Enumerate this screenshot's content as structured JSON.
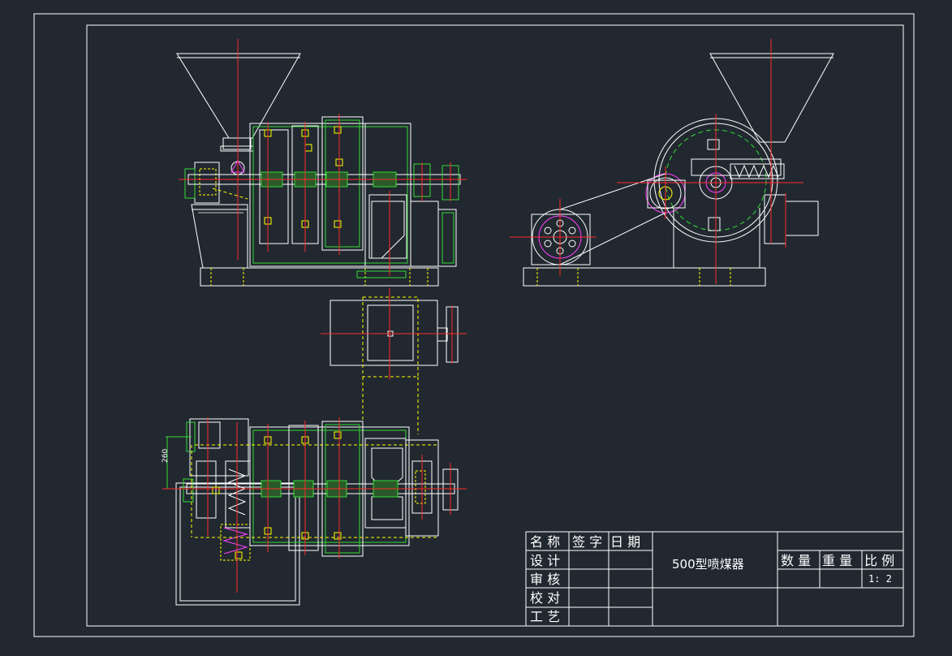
{
  "colors": {
    "background": "#212830",
    "line": "#ffffff",
    "center": "#ff2a2a",
    "green": "#33dd33",
    "yellow": "#ffff00",
    "magenta": "#ff44ff",
    "grey": "#c8c8c8",
    "blue": "#5aa0ff"
  },
  "title_block": {
    "row_labels": [
      "名 称",
      "设 计",
      "审 核",
      "校 对",
      "工 艺"
    ],
    "sign_label": "签 字",
    "date_label": "日 期",
    "drawing_name": "500型喷煤器",
    "quantity_label": "数 量",
    "weight_label": "重 量",
    "scale_label": "比 例",
    "scale_value": "1: 2"
  },
  "dimension_label": "260"
}
